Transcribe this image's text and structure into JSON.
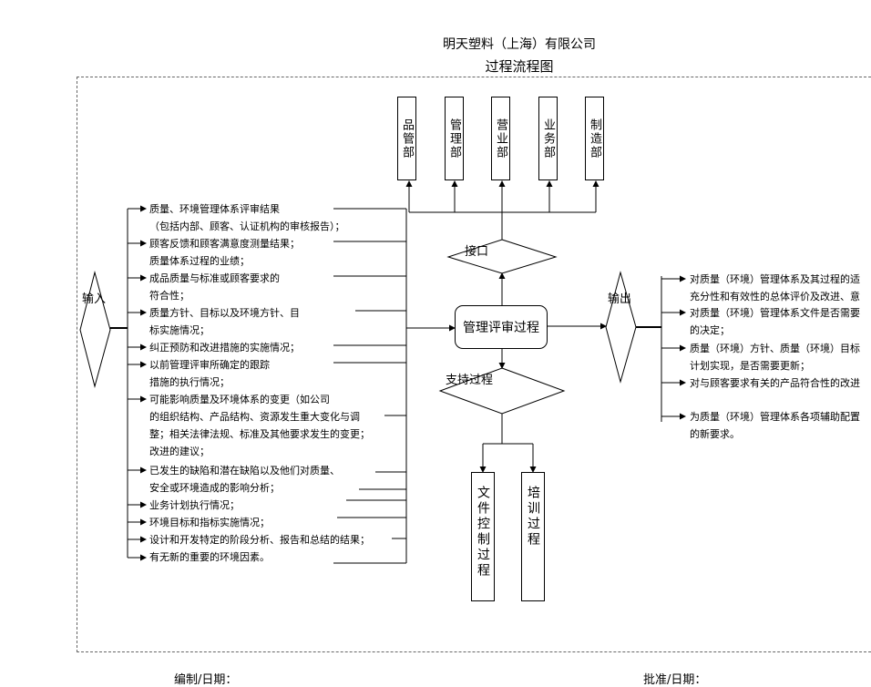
{
  "header": {
    "company": "明天塑料（上海）有限公司",
    "title": "过程流程图"
  },
  "departments": [
    "品管部",
    "管理部",
    "营业部",
    "业务部",
    "制造部"
  ],
  "center": {
    "interface": "接口",
    "management_review": "管理评审过程",
    "support": "支持过程",
    "support_processes": [
      "文件控制过程",
      "培训过程"
    ]
  },
  "labels": {
    "input": "输入",
    "output": "输出"
  },
  "inputs": [
    "质量、环境管理体系评审结果",
    "（包括内部、顾客、认证机构的审核报告）；",
    "顾客反馈和顾客满意度测量结果；",
    "质量体系过程的业绩；",
    "成品质量与标准或顾客要求的",
    "符合性；",
    "质量方针、目标以及环境方针、目",
    "标实施情况；",
    "纠正预防和改进措施的实施情况；",
    "以前管理评审所确定的跟踪",
    "措施的执行情况；",
    "可能影响质量及环境体系的变更（如公司",
    "的组织结构、产品结构、资源发生重大变化与调",
    "整；相关法律法规、标准及其他要求发生的变更；",
    "改进的建议；",
    "已发生的缺陷和潜在缺陷以及他们对质量、",
    "安全或环境造成的影响分析；",
    "业务计划执行情况；",
    "环境目标和指标实施情况；",
    "设计和开发特定的阶段分析、报告和总结的结果；",
    "有无新的重要的环境因素。"
  ],
  "outputs": [
    "对质量（环境）管理体系及其过程的适",
    "充分性和有效性的总体评价及改进、意",
    "对质量（环境）管理体系文件是否需要",
    "的决定；",
    "质量（环境）方针、质量（环境）目标",
    "计划实现，是否需要更新；",
    "对与顾客要求有关的产品符合性的改进",
    "为质量（环境）管理体系各项辅助配置",
    "的新要求。"
  ],
  "footer": {
    "prepared": "编制/日期：",
    "approved": "批准/日期："
  }
}
